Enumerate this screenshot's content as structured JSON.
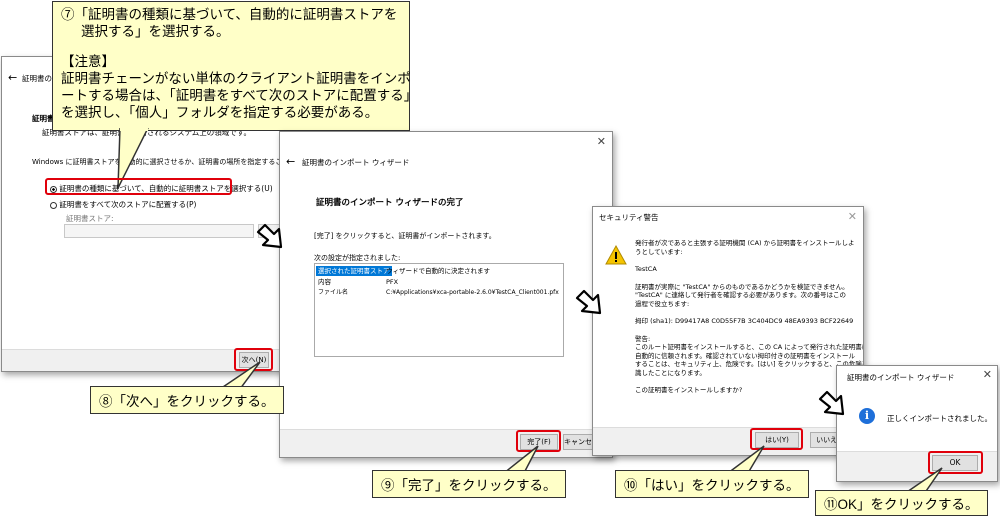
{
  "callout_top": {
    "line1": "⑦「証明書の種類に基づいて、自動的に証明書ストアを",
    "line2": "選択する」を選択する。",
    "note_head": "【注意】",
    "note1": "証明書チェーンがない単体のクライアント証明書をインポ",
    "note2": "ートする場合は、「証明書をすべて次のストアに配置する」",
    "note3": "を選択し、「個人」フォルダを指定する必要がある。"
  },
  "win1": {
    "title": "証明書のインポート ウィザード",
    "heading": "証明書ストア",
    "subheading": "証明書ストアは、証明書が保管されるシステム上の領域です。",
    "desc": "Windows に証明書ストアを自動的に選択させるか、証明書の場所を指定することができます。",
    "radio1": "証明書の種類に基づいて、自動的に証明書ストアを選択する(U)",
    "radio2": "証明書をすべて次のストアに配置する(P)",
    "store_label": "証明書ストア:",
    "next_btn": "次へ(N)"
  },
  "win2": {
    "title": "証明書のインポート ウィザード",
    "heading": "証明書のインポート ウィザードの完了",
    "desc": "[完了] をクリックすると、証明書がインポートされます。",
    "settings_label": "次の設定が指定されました:",
    "rows": [
      {
        "k": "選択された証明書ストア",
        "v": "ウィザードで自動的に決定されます"
      },
      {
        "k": "内容",
        "v": "PFX"
      },
      {
        "k": "ファイル名",
        "v": "C:¥Applications¥xca-portable-2.6.0¥TestCA_Client001.pfx"
      }
    ],
    "finish_btn": "完了(F)",
    "cancel_btn": "キャンセル"
  },
  "win3": {
    "title": "セキュリティ警告",
    "p1a": "発行者が次であると主張する証明機関 (CA) から証明書をインストールしよ",
    "p1b": "うとしています:",
    "ca_name": "TestCA",
    "p2a": "証明書が実際に \"TestCA\" からのものであるかどうかを検証できません。",
    "p2b": "\"TestCA\" に連絡して発行者を確認する必要があります。次の番号はこの",
    "p2c": "過程で役立ちます:",
    "thumb": "拇印 (sha1): D99417A8 C0D55F7B 3C404DC9 48EA9393 BCF22649",
    "w_head": "警告:",
    "w1": "このルート証明書をインストールすると、この CA によって発行された証明書は",
    "w2": "自動的に信頼されます。確認されていない拇印付きの証明書をインストール",
    "w3": "することは、セキュリティ上、危険です。[はい] をクリックすると、この危険を認",
    "w4": "識したことになります。",
    "question": "この証明書をインストールしますか?",
    "yes_btn": "はい(Y)",
    "no_btn": "いいえ(N)"
  },
  "win4": {
    "title": "証明書のインポート ウィザード",
    "message": "正しくインポートされました。",
    "ok_btn": "OK"
  },
  "callouts": {
    "c8": "⑧「次へ」をクリックする。",
    "c9": "⑨「完了」をクリックする。",
    "c10": "⑩「はい」をクリックする。",
    "c11": "⑪OK」をクリックする。"
  },
  "colors": {
    "highlight": "#e0000b",
    "callout_bg": "#ffffc8",
    "selection": "#0078d7",
    "info_icon": "#1e6fd9",
    "warning_icon": "#f5c400"
  },
  "icons": {
    "back": "back-arrow-icon",
    "close": "close-icon",
    "warning": "warning-icon",
    "info": "info-icon"
  }
}
